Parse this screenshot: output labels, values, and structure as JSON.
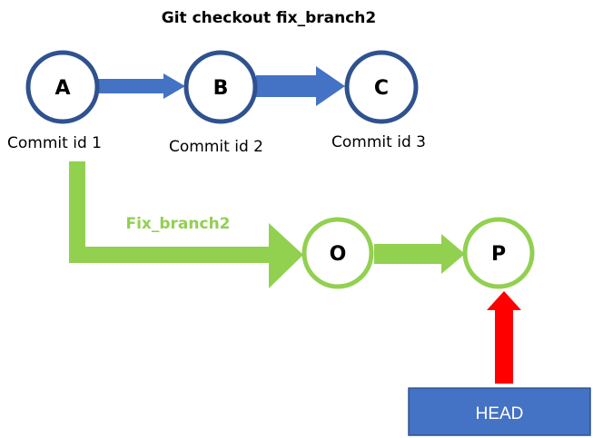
{
  "title": "Git checkout fix_branch2",
  "colors": {
    "main_node_stroke": "#2f528f",
    "main_arrow": "#4472c4",
    "branch_green": "#92d050",
    "head_arrow": "#ff0000",
    "head_box": "#4472c4",
    "head_box_stroke": "#2f528f"
  },
  "main_commits": [
    {
      "label": "A",
      "caption": "Commit id 1"
    },
    {
      "label": "B",
      "caption": "Commit id 2"
    },
    {
      "label": "C",
      "caption": "Commit id 3"
    }
  ],
  "branch": {
    "name": "Fix_branch2",
    "commits": [
      {
        "label": "O"
      },
      {
        "label": "P"
      }
    ]
  },
  "head": {
    "label": "HEAD"
  }
}
